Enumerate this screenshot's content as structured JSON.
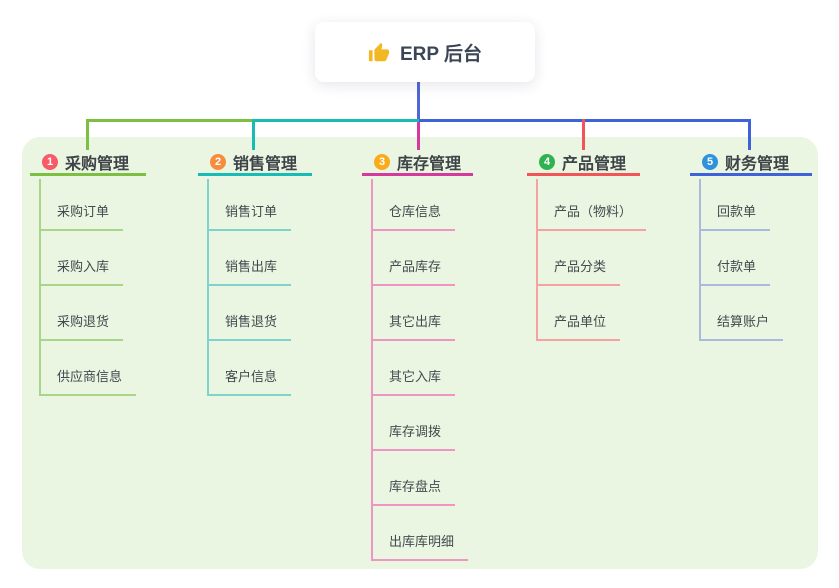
{
  "root": {
    "label": "ERP 后台",
    "icon": "thumbs-up",
    "icon_color": "#f2b824"
  },
  "colors": {
    "panel_bg": "#eaf6e2",
    "root_connector": "#5166d8",
    "text_header": "#3f4347",
    "text_child": "#44494e"
  },
  "branches": [
    {
      "index": "1",
      "label": "采购管理",
      "badge_color": "#f75b67",
      "line_color": "#7cbf42",
      "light_color": "#a9d589",
      "children": [
        "采购订单",
        "采购入库",
        "采购退货",
        "供应商信息"
      ]
    },
    {
      "index": "2",
      "label": "销售管理",
      "badge_color": "#f78c3c",
      "line_color": "#19bcb4",
      "light_color": "#7ed3cc",
      "children": [
        "销售订单",
        "销售出库",
        "销售退货",
        "客户信息"
      ]
    },
    {
      "index": "3",
      "label": "库存管理",
      "badge_color": "#f9ab1b",
      "line_color": "#d6399e",
      "light_color": "#ef95c2",
      "children": [
        "仓库信息",
        "产品库存",
        "其它出库",
        "其它入库",
        "库存调拨",
        "库存盘点",
        "出库库明细"
      ]
    },
    {
      "index": "4",
      "label": "产品管理",
      "badge_color": "#2fb350",
      "line_color": "#f15558",
      "light_color": "#f5a3a2",
      "children": [
        "产品（物料）",
        "产品分类",
        "产品单位"
      ]
    },
    {
      "index": "5",
      "label": "财务管理",
      "badge_color": "#2e93dc",
      "line_color": "#3e62d9",
      "light_color": "#a9bade",
      "children": [
        "回款单",
        "付款单",
        "结算账户"
      ]
    }
  ]
}
